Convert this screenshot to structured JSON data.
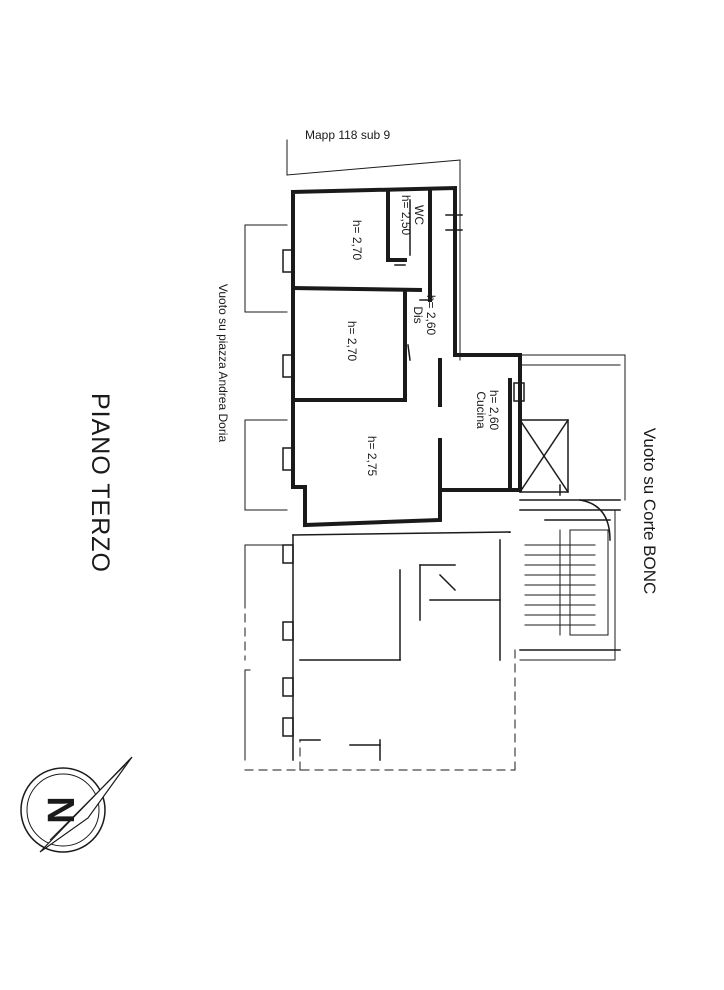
{
  "title": "PIANO TERZO",
  "labels": {
    "mapp": "Mapp 118 sub 9",
    "vuoto_piazza": "Vuoto su piazza Andrea Doria",
    "vuoto_corte": "Vuoto su Corte BONC"
  },
  "rooms": [
    {
      "name": "WC",
      "height": "h= 2,50"
    },
    {
      "name": "",
      "height": "h= 2,70"
    },
    {
      "name": "Dis",
      "height": "h= 2,60"
    },
    {
      "name": "",
      "height": "h= 2,70"
    },
    {
      "name": "Cucina",
      "height": "h= 2,60"
    },
    {
      "name": "",
      "height": "h= 2,75"
    }
  ],
  "north_label": "N"
}
